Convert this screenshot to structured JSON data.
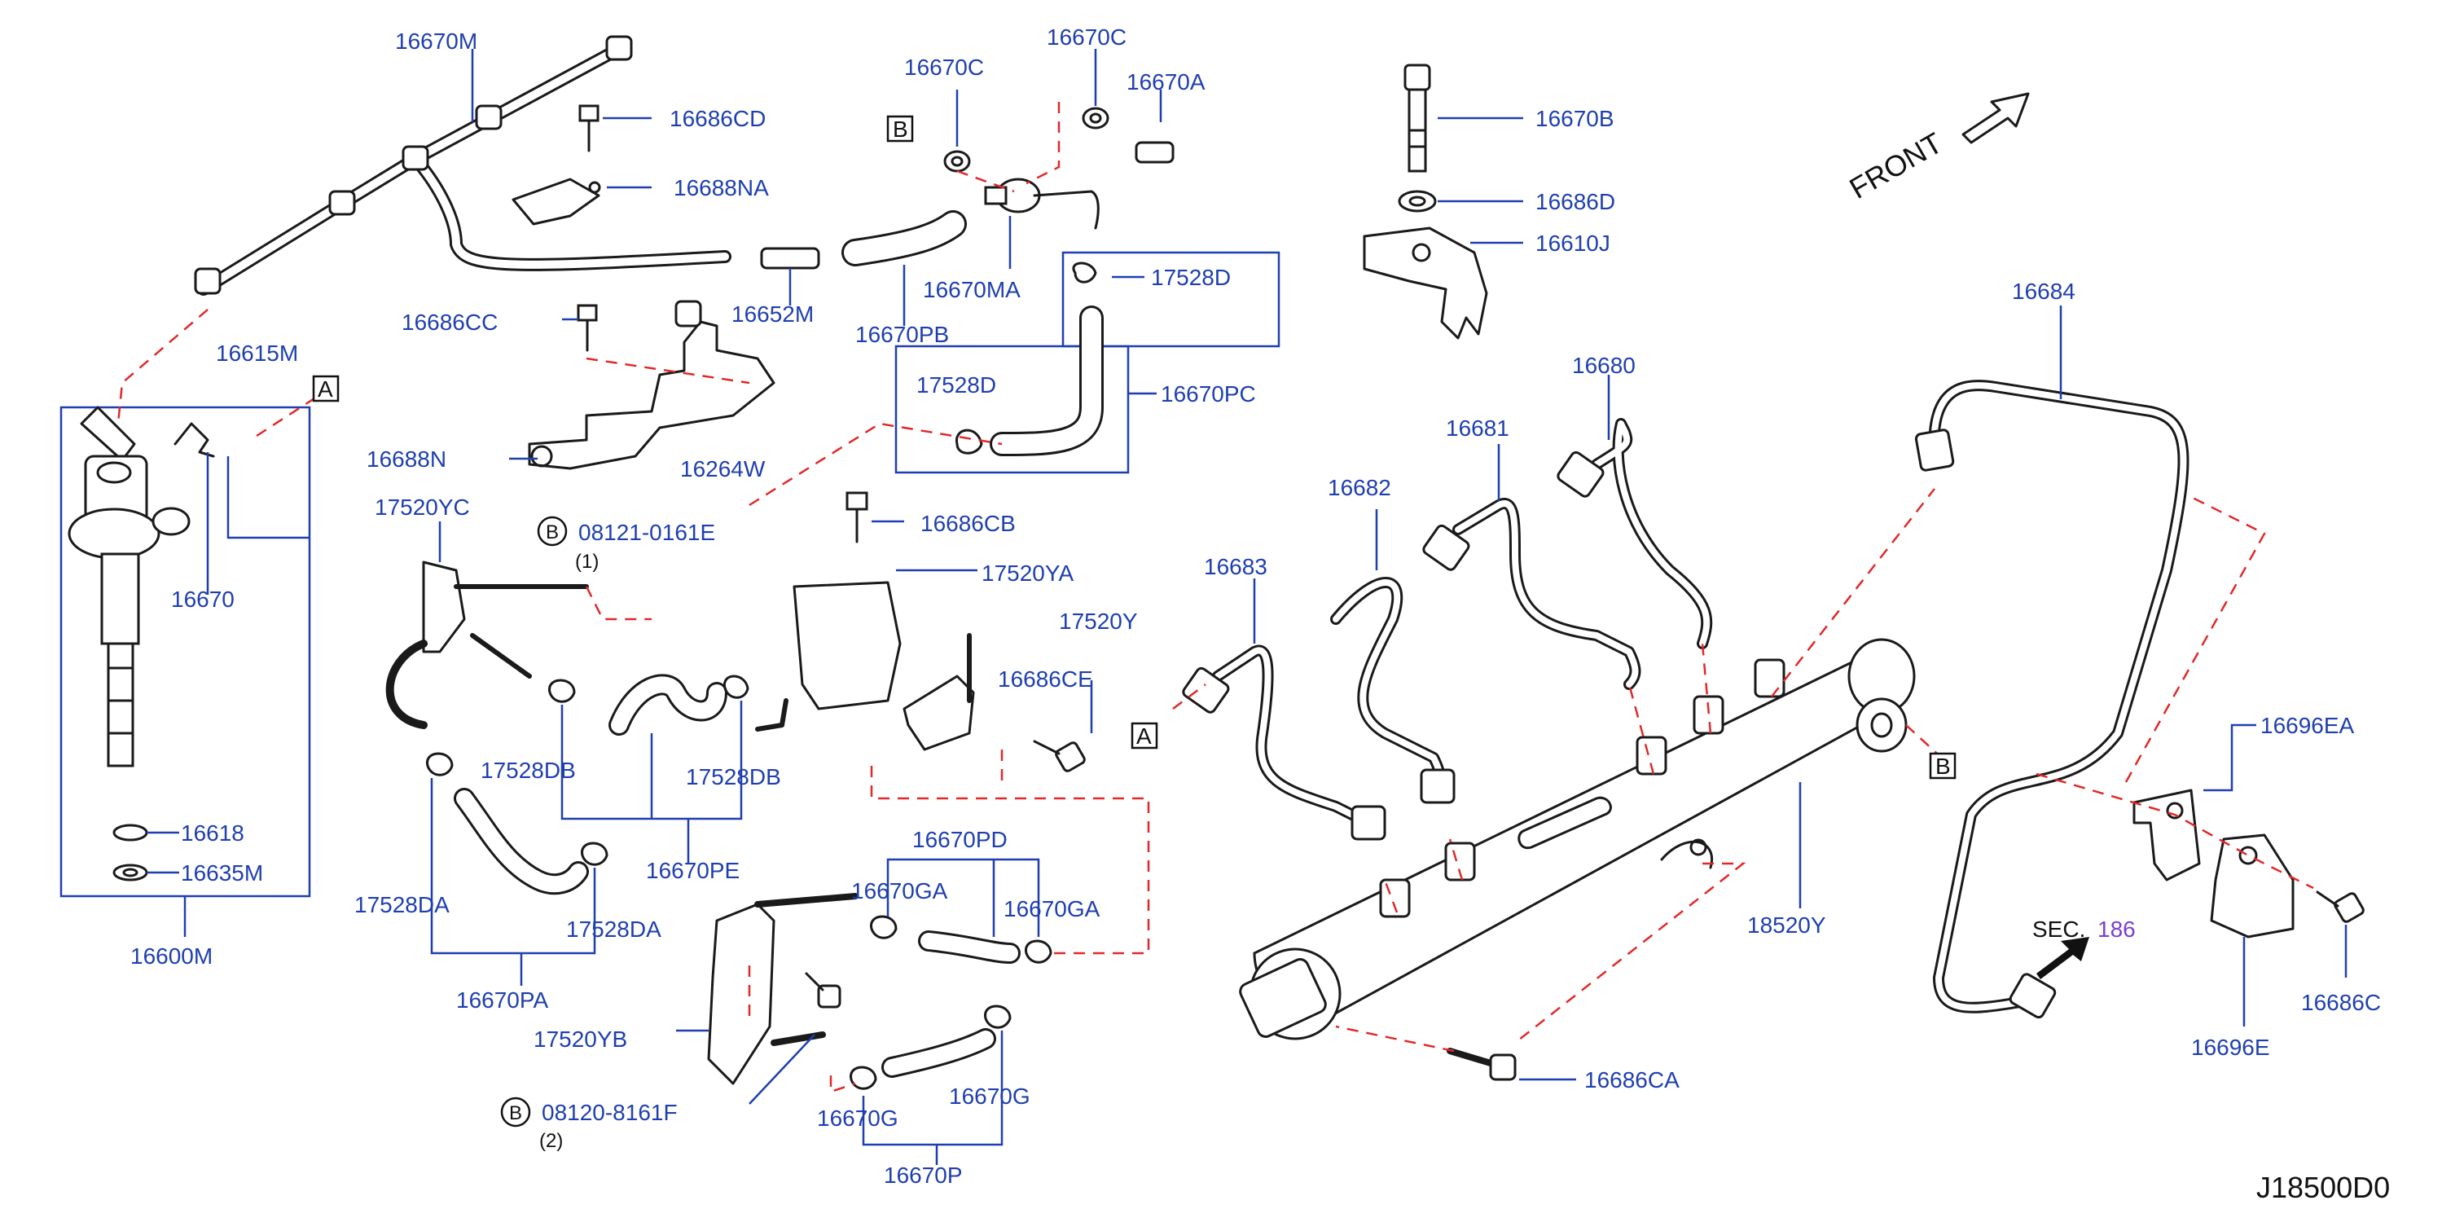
{
  "diagram_id": "J18500D0",
  "front_label": "FRONT",
  "sec_label": "SEC.",
  "sec_number": "186",
  "colors": {
    "label": "#1f3fb0",
    "part": "#1a1a1a",
    "dashed_guide": "#e0292a",
    "sec_number": "#7a3fd0"
  },
  "markers": {
    "A": "A",
    "B": "B"
  },
  "labels": {
    "p16670M": "16670M",
    "p16686CD": "16686CD",
    "p16688NA": "16688NA",
    "p16686CC": "16686CC",
    "p16652M": "16652M",
    "p16615M": "16615M",
    "p16688N": "16688N",
    "p16264W": "16264W",
    "p16670C_a": "16670C",
    "p16670C_b": "16670C",
    "p16670A": "16670A",
    "p16670MA": "16670MA",
    "p16670PB": "16670PB",
    "p17528D_a": "17528D",
    "p17528D_b": "17528D",
    "p16670PC": "16670PC",
    "p16670B": "16670B",
    "p16686D": "16686D",
    "p16610J": "16610J",
    "p16684": "16684",
    "p16680": "16680",
    "p16681": "16681",
    "p16682": "16682",
    "p16683": "16683",
    "p17520YC": "17520YC",
    "p08121": "08121-0161E",
    "p08121_qty": "(1)",
    "p16686CB": "16686CB",
    "p17520YA": "17520YA",
    "p17520Y": "17520Y",
    "p16686CE": "16686CE",
    "p17528DB_a": "17528DB",
    "p17528DB_b": "17528DB",
    "p16670PE": "16670PE",
    "p16670PD": "16670PD",
    "p16670GA_a": "16670GA",
    "p16670GA_b": "16670GA",
    "p17528DA_a": "17528DA",
    "p17528DA_b": "17528DA",
    "p16670PA": "16670PA",
    "p17520YB": "17520YB",
    "p08120": "08120-8161F",
    "p08120_qty": "(2)",
    "p16670G_a": "16670G",
    "p16670G_b": "16670G",
    "p16670P": "16670P",
    "p16618": "16618",
    "p16635M": "16635M",
    "p16600M": "16600M",
    "p16670_inj": "16670",
    "p18520Y": "18520Y",
    "p16696EA": "16696EA",
    "p16696E": "16696E",
    "p16686C": "16686C",
    "p16686CA": "16686CA"
  }
}
